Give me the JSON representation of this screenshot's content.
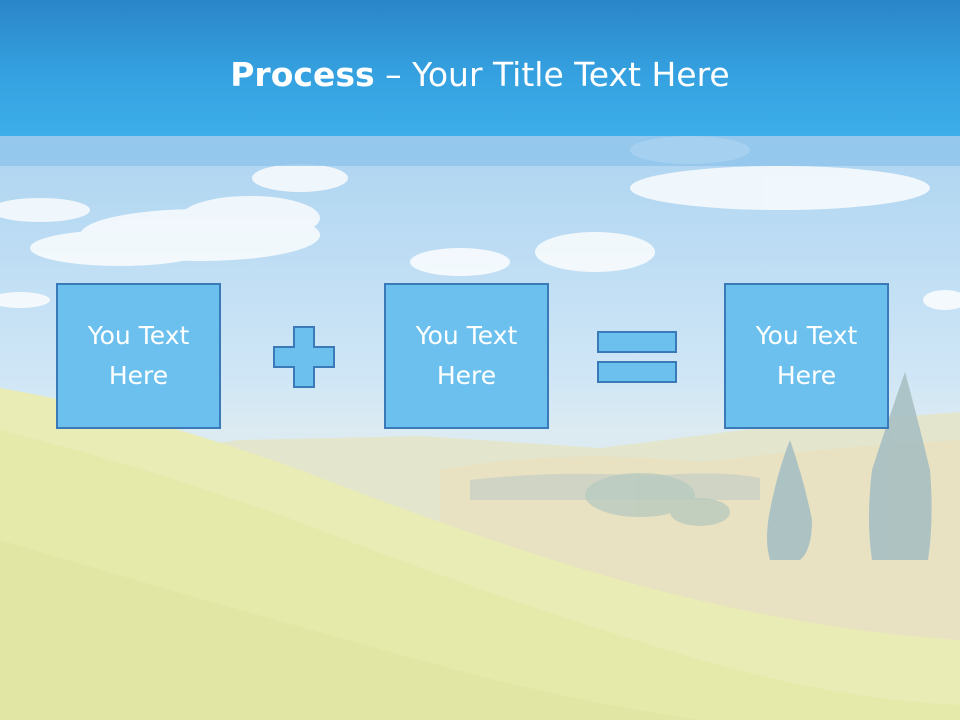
{
  "slide": {
    "title_bold": "Process",
    "title_rest": " – Your Title Text Here",
    "boxes": [
      {
        "text": "You Text Here"
      },
      {
        "text": "You Text Here"
      },
      {
        "text": "You Text Here"
      }
    ],
    "operators": [
      "plus-icon",
      "equals-icon"
    ]
  },
  "colors": {
    "header": "#35a1e0",
    "box_fill": "#6cc0ee",
    "box_border": "#3a7ab8",
    "text": "#ffffff"
  }
}
